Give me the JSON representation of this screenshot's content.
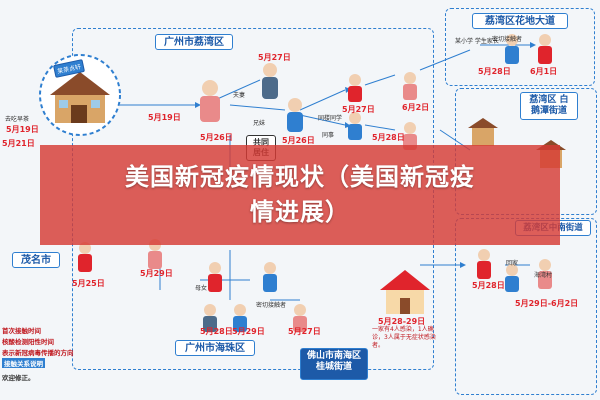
{
  "banner": {
    "title_line1": "美国新冠疫情现状（美国新冠疫",
    "title_line2": "情进展）"
  },
  "regions": {
    "liwan": "广州市荔湾区",
    "liwan_huadi": "荔湾区花地大道",
    "liwan_baiehetan": "荔湾区 白鹅潭街道",
    "liwan_zhongnan": "荔湾区中南街道",
    "maoming": "茂名市",
    "haizhu": "广州市海珠区",
    "foshan": "佛山市南海区 桂城街道"
  },
  "labels": {
    "restaurant": "某茶点轩",
    "go_to_restaurant": "去吃早茶",
    "husband": "夫妻",
    "shared_living": "共同居住",
    "mother_daughter": "母女",
    "close_contact": "密切接触者",
    "go_home": "回家",
    "sibling": "兄妹",
    "same_building": "同楼同学",
    "colleague": "同事",
    "school_student": "某小学 学生家长",
    "haiwan_village": "海湾村",
    "foshan_note": "一家有4人感染，1人确诊，3人属于无症状感染者。"
  },
  "dates": {
    "d_5_19": "5月19日",
    "d_5_21": "5月21日",
    "d_5_25": "5月25日",
    "d_5_26": "5月26日",
    "d_5_27": "5月27日",
    "d_5_28": "5月28日",
    "d_5_29": "5月29日",
    "d_6_1": "6月1日",
    "d_6_2": "6月2日",
    "d_5_28_29": "5月28-29日",
    "d_5_29_6_2": "5月29日-6月2日"
  },
  "legend": {
    "item1": "首次接触时间",
    "item2": "核酸检测阳性时间",
    "item3": "表示新冠病毒传播的方向",
    "item4": "接触关系说明",
    "item5": "欢迎修正。"
  },
  "colors": {
    "banner": "#d63a34",
    "primary_blue": "#1d5aa8",
    "accent_red": "#e0242c"
  }
}
